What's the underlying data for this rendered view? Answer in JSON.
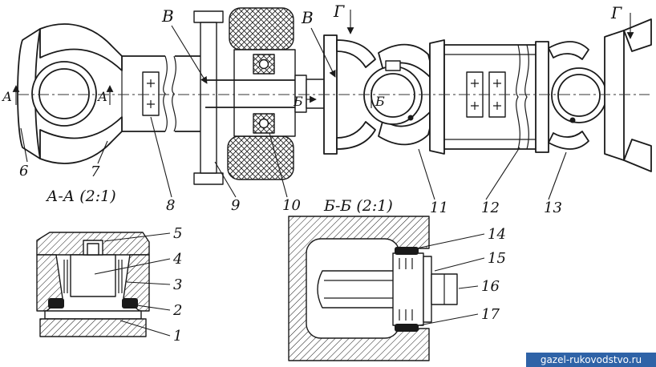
{
  "figure": {
    "ink": "#1a1a1a",
    "paper": "#ffffff"
  },
  "labels": {
    "v": "В",
    "g": "Г",
    "a": "А",
    "b": "Б"
  },
  "sections": {
    "aa_title": "А-А (2:1)",
    "bb_title": "Б-Б (2:1)"
  },
  "callouts": {
    "main": [
      "6",
      "7",
      "8",
      "9",
      "10",
      "11",
      "12",
      "13"
    ],
    "aa": [
      "5",
      "4",
      "3",
      "2",
      "1"
    ],
    "bb": [
      "14",
      "15",
      "16",
      "17"
    ]
  },
  "watermark": {
    "text": "gazel-rukovodstvo.ru",
    "bg": "#2f63a7",
    "fg": "#ffffff"
  }
}
